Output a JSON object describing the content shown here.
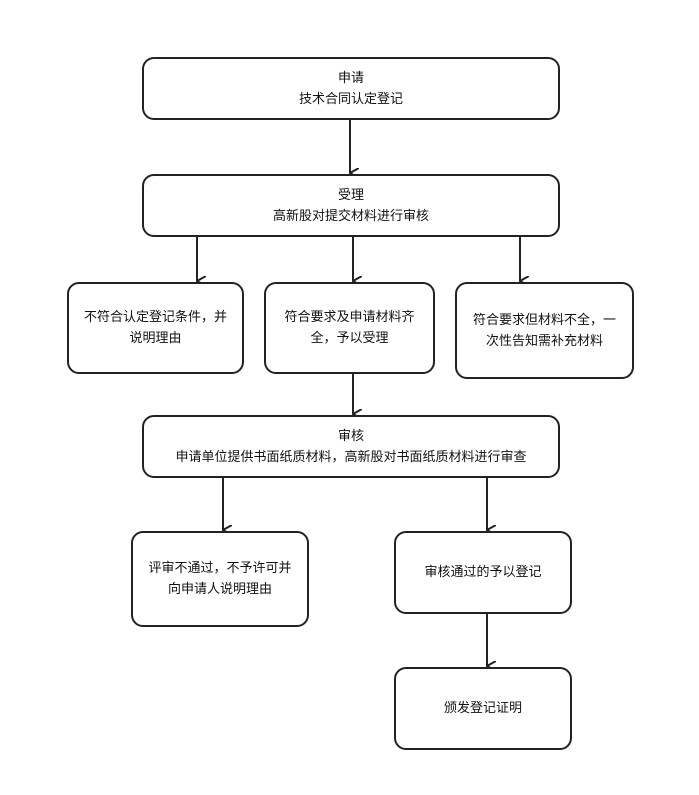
{
  "nodes": {
    "apply": {
      "title": "申请",
      "text": "技术合同认定登记"
    },
    "accept": {
      "title": "受理",
      "text": "高新股对提交材料进行审核"
    },
    "reject": {
      "line1": "不符合认定登记条件，并",
      "line2": "说明理由"
    },
    "accept_ok": {
      "line1": "符合要求及申请材料齐",
      "line2": "全，予以受理"
    },
    "incomplete": {
      "line1": "符合要求但材料不全，一",
      "line2": "次性告知需补充材料"
    },
    "review": {
      "title": "审核",
      "text": "申请单位提供书面纸质材料，高新股对书面纸质材料进行审查"
    },
    "fail": {
      "line1": "评审不通过，不予许可并",
      "line2": "向申请人说明理由"
    },
    "pass": {
      "text": "审核通过的予以登记"
    },
    "certificate": {
      "text": "颁发登记证明"
    }
  },
  "colors": {
    "stroke": "#222222",
    "text": "#111111",
    "background": "#ffffff"
  }
}
